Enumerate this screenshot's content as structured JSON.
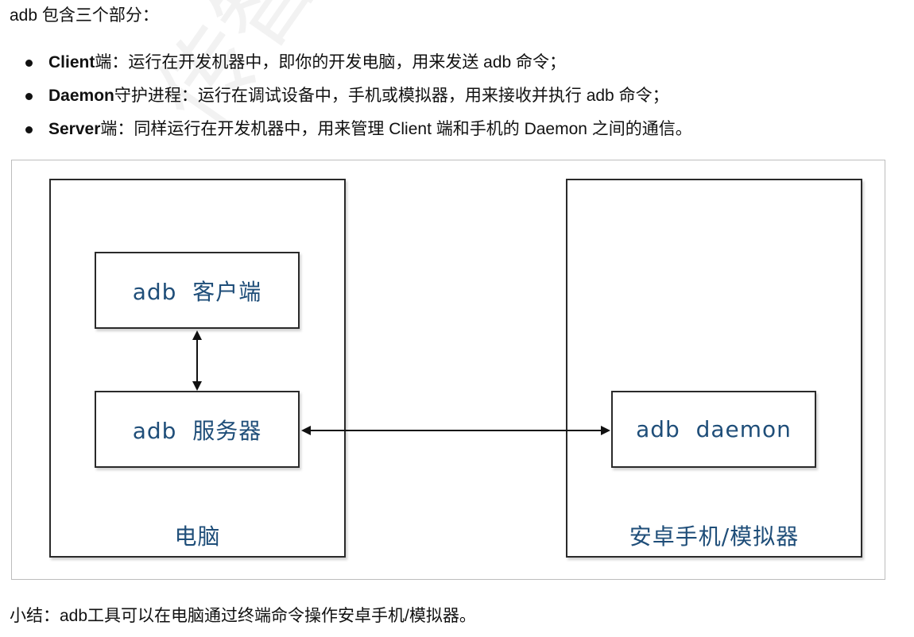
{
  "intro": "adb 包含三个部分：",
  "bullets": [
    {
      "bold": "Client",
      "rest": "端：运行在开发机器中，即你的开发电脑，用来发送 adb 命令；"
    },
    {
      "bold": "Daemon",
      "rest": "守护进程：运行在调试设备中，手机或模拟器，用来接收并执行 adb 命令；"
    },
    {
      "bold": "Server",
      "rest": "端：同样运行在开发机器中，用来管理 Client 端和手机的 Daemon 之间的通信。"
    }
  ],
  "diagram": {
    "left_group": {
      "caption": "电脑",
      "client_box": "adb  客户端",
      "server_box": "adb  服务器"
    },
    "right_group": {
      "caption": "安卓手机/模拟器",
      "daemon_box": "adb  daemon"
    }
  },
  "watermark": "传智播客",
  "summary": "小结：adb工具可以在电脑通过终端命令操作安卓手机/模拟器。"
}
